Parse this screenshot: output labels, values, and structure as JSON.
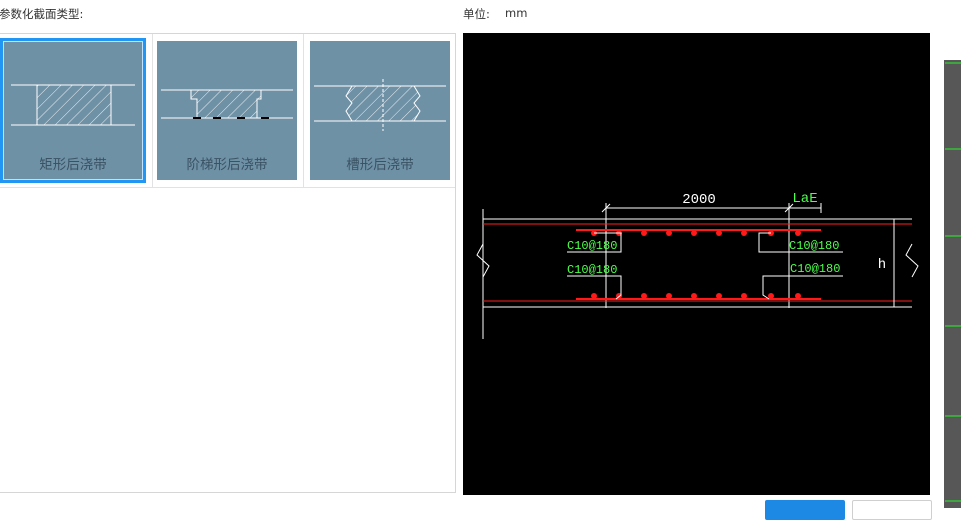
{
  "header": {
    "section_label": "参数化截面类型:",
    "unit_label": "单位:",
    "unit_value": "mm"
  },
  "section_types": [
    {
      "name": "矩形后浇带",
      "selected": true
    },
    {
      "name": "阶梯形后浇带",
      "selected": false
    },
    {
      "name": "槽形后浇带",
      "selected": false
    }
  ],
  "drawing": {
    "width_dim": "2000",
    "lae_label": "LaE",
    "rebar_top_left": "C10@180",
    "rebar_bottom_left": "C10@180",
    "rebar_top_right": "C10@180",
    "rebar_bottom_right": "C10@180",
    "height_label": "h"
  },
  "colors": {
    "card_bg": "#6f91a6",
    "selected_border": "#2196f3",
    "canvas_bg": "#000000",
    "rebar": "#ff1a1a",
    "annotation_green": "#4dff4d",
    "primary_button": "#1e88e5"
  }
}
